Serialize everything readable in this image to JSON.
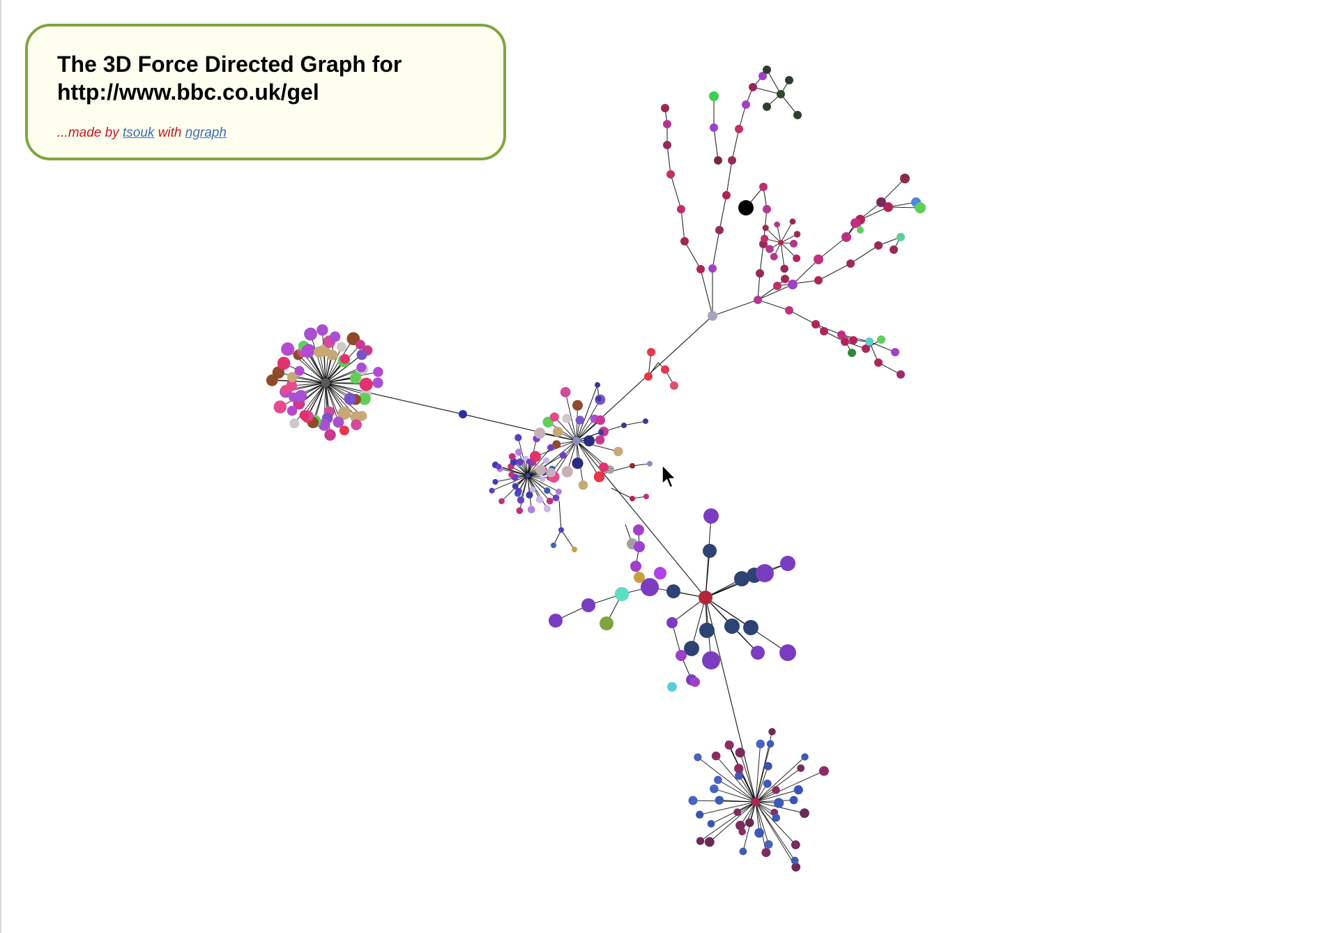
{
  "info_panel": {
    "title_line1": "The 3D Force Directed Graph for",
    "title_line2": "http://www.bbc.co.uk/gel",
    "credits_prefix": "...made by ",
    "author_link": "tsouk",
    "credits_middle": " with ",
    "library_link": "ngraph"
  },
  "colors": {
    "panel_background": "#fffff0",
    "panel_border": "#7ea63f",
    "credits_text": "#c4161c",
    "link": "#3b6db5",
    "edge": "#000000"
  },
  "icons": [
    "mouse-pointer-icon"
  ]
}
